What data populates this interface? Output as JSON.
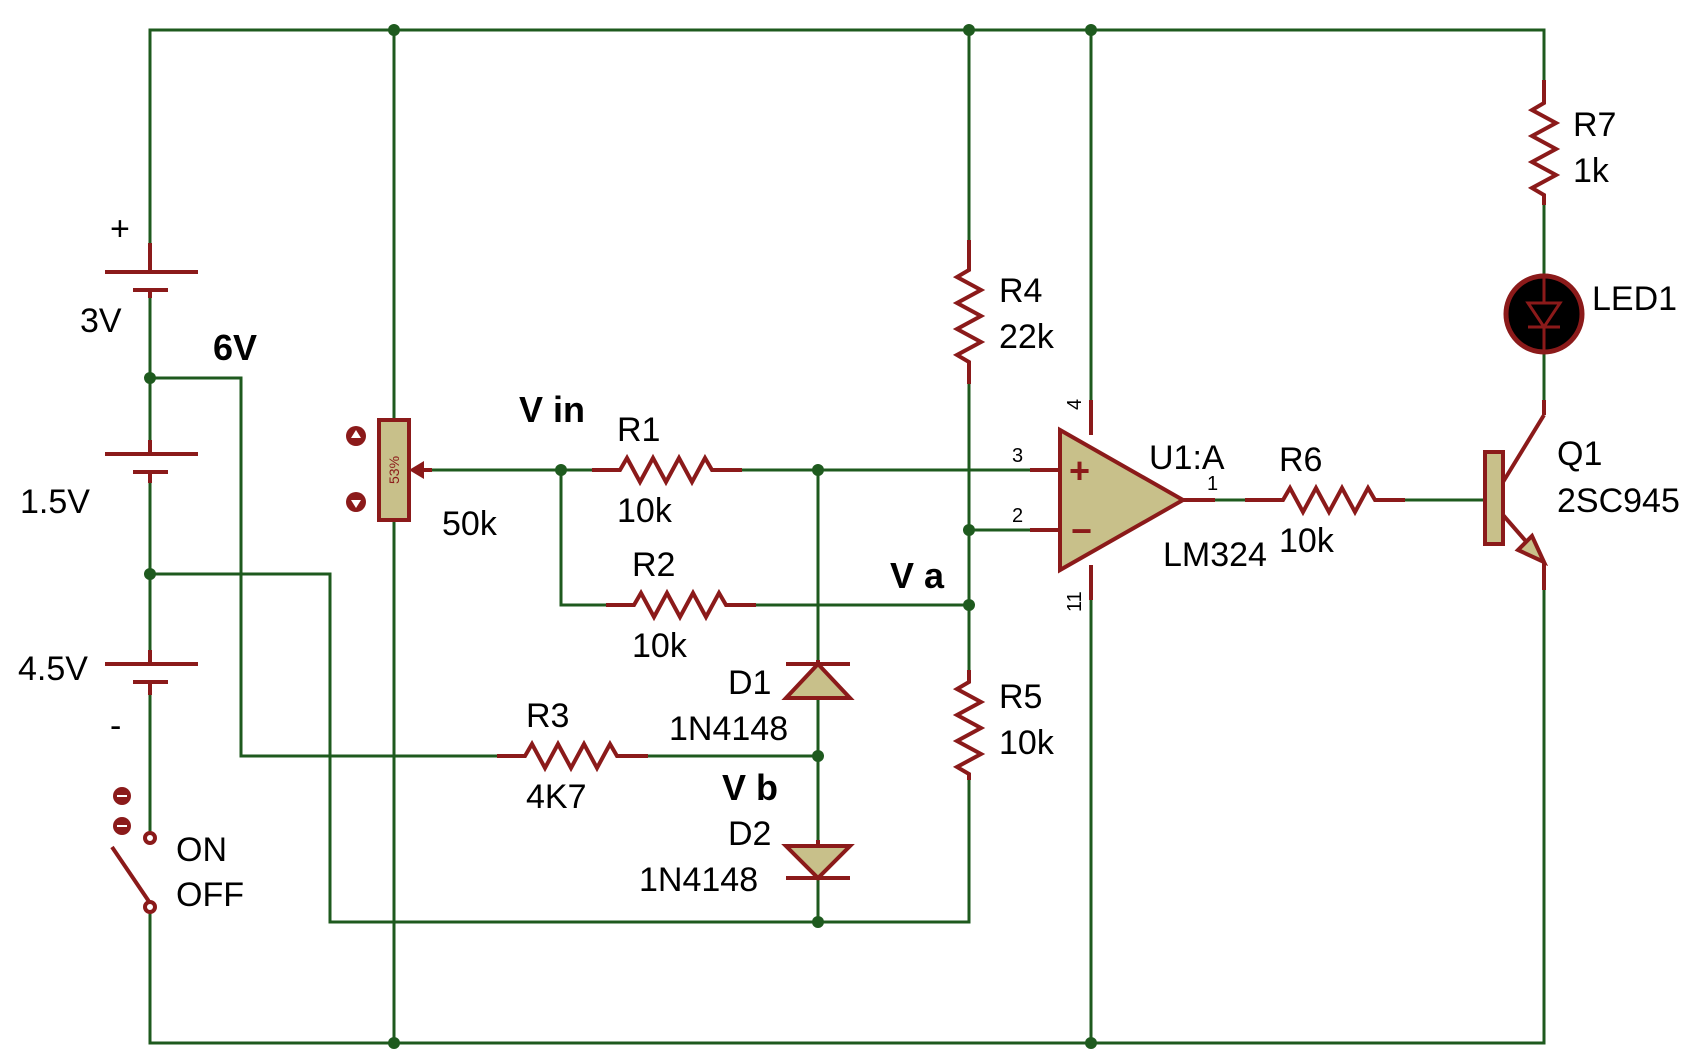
{
  "labels": {
    "batt_plus": "+",
    "batt_minus": "-",
    "b1_voltage": "3V",
    "b2_voltage": "1.5V",
    "b3_voltage": "4.5V",
    "tap_6v": "6V",
    "switch_on": "ON",
    "switch_off": "OFF",
    "pot_value": "50k",
    "pot_percent": "53%",
    "vin": "V in",
    "va": "V a",
    "vb": "V b",
    "r1_name": "R1",
    "r1_value": "10k",
    "r2_name": "R2",
    "r2_value": "10k",
    "r3_name": "R3",
    "r3_value": "4K7",
    "r4_name": "R4",
    "r4_value": "22k",
    "r5_name": "R5",
    "r5_value": "10k",
    "r6_name": "R6",
    "r6_value": "10k",
    "r7_name": "R7",
    "r7_value": "1k",
    "d1_name": "D1",
    "d1_part": "1N4148",
    "d2_name": "D2",
    "d2_part": "1N4148",
    "opamp_name": "U1:A",
    "opamp_part": "LM324",
    "pin_3": "3",
    "pin_2": "2",
    "pin_1": "1",
    "pin_4": "4",
    "pin_11": "11",
    "opamp_plus": "+",
    "opamp_minus": "−",
    "led_name": "LED1",
    "q_name": "Q1",
    "q_part": "2SC945"
  },
  "colors": {
    "wire": "#1e5a1e",
    "component": "#8b1a1a",
    "component_fill": "#c8c08a",
    "led_body": "#000000",
    "led_symbol": "#8b1a1a",
    "background": "#ffffff"
  }
}
